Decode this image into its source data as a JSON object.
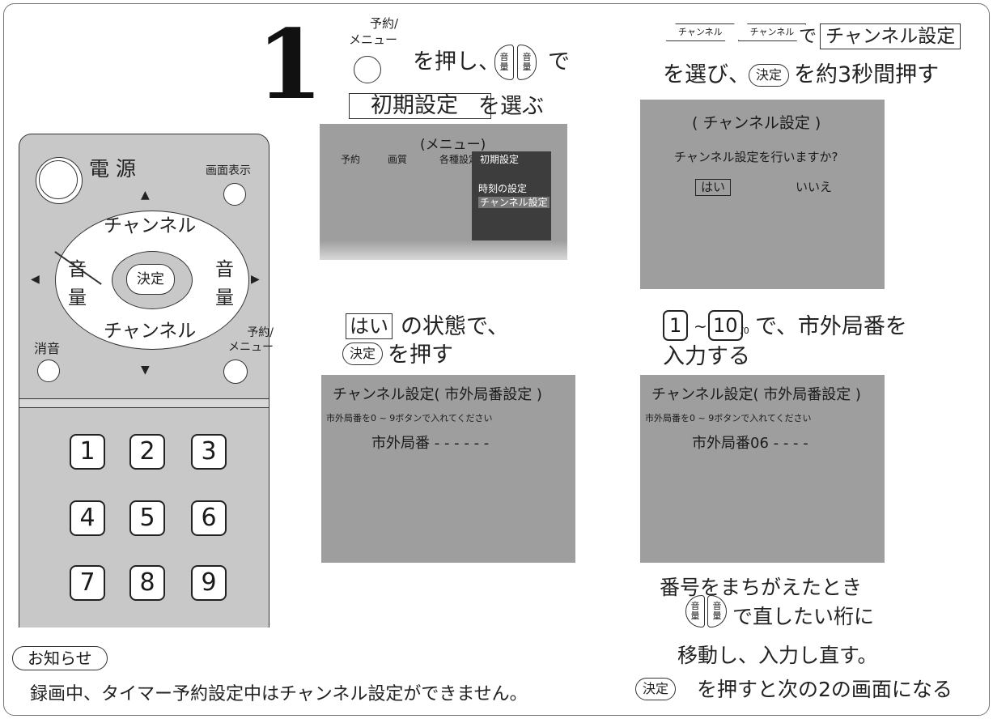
{
  "step_number": "1",
  "step1": {
    "menu_button_label": "予約/\nメニュー",
    "press_text": "を押し、",
    "vol_button_top": "音",
    "vol_button_bottom": "量",
    "de": "で",
    "item_boxed": "初期設定",
    "select_text": "を選ぶ"
  },
  "menu_screen": {
    "title": "(メニュー)",
    "tabs": [
      "予約",
      "画質",
      "各種設定",
      "初期設定"
    ],
    "submenu": [
      "時刻の設定",
      "チャンネル設定"
    ]
  },
  "step2": {
    "channel_button": "チャンネル",
    "de": "で",
    "item_boxed": "チャンネル設定",
    "line2_a": "を選び、",
    "decide_button": "決定",
    "line2_b": "を約3秒間押す"
  },
  "confirm_screen": {
    "title": "( チャンネル設定 )",
    "question": "チャンネル設定を行いますか?",
    "yes": "はい",
    "no": "いいえ"
  },
  "step3": {
    "yes_boxed": "はい",
    "state_text": "の状態で、",
    "decide_button": "決定",
    "press_text": "を押す"
  },
  "area_screen_1": {
    "title": "チャンネル設定( 市外局番設定 )",
    "instruction": "市外局番を0 ~ 9ボタンで入れてください",
    "field": "市外局番 - - - - - -"
  },
  "step4": {
    "key_from": "1",
    "tilde": "~",
    "key_to": "10",
    "key_to_sub": "/0",
    "line1": "で、市外局番を",
    "line2": "入力する"
  },
  "area_screen_2": {
    "title": "チャンネル設定( 市外局番設定 )",
    "instruction": "市外局番を0 ~ 9ボタンで入れてください",
    "field": "市外局番06 - - - -"
  },
  "mistake": {
    "line1": "番号をまちがえたとき",
    "line2": "で直したい桁に",
    "line3": "移動し、入力し直す。",
    "decide_button": "決定",
    "line4": "を押すと次の2の画面になる"
  },
  "remote": {
    "power_label": "電 源",
    "display_label": "画面表示",
    "channel_label": "チャンネル",
    "vol_top": "音",
    "vol_bottom": "量",
    "decide_label": "決定",
    "mute_label": "消音",
    "menu_label": "予約/\nメニュー",
    "arrow_up": "▲",
    "arrow_down": "▼",
    "arrow_left": "◀",
    "arrow_right": "▶",
    "keys": [
      "1",
      "2",
      "3",
      "4",
      "5",
      "6",
      "7",
      "8",
      "9"
    ]
  },
  "notice": {
    "label": "お知らせ",
    "text": "録画中、タイマー予約設定中はチャンネル設定ができません。"
  },
  "colors": {
    "screen_gray": "#9e9e9e",
    "remote_gray": "#c8c8c8",
    "menu_highlight": "#3d3d3d"
  }
}
